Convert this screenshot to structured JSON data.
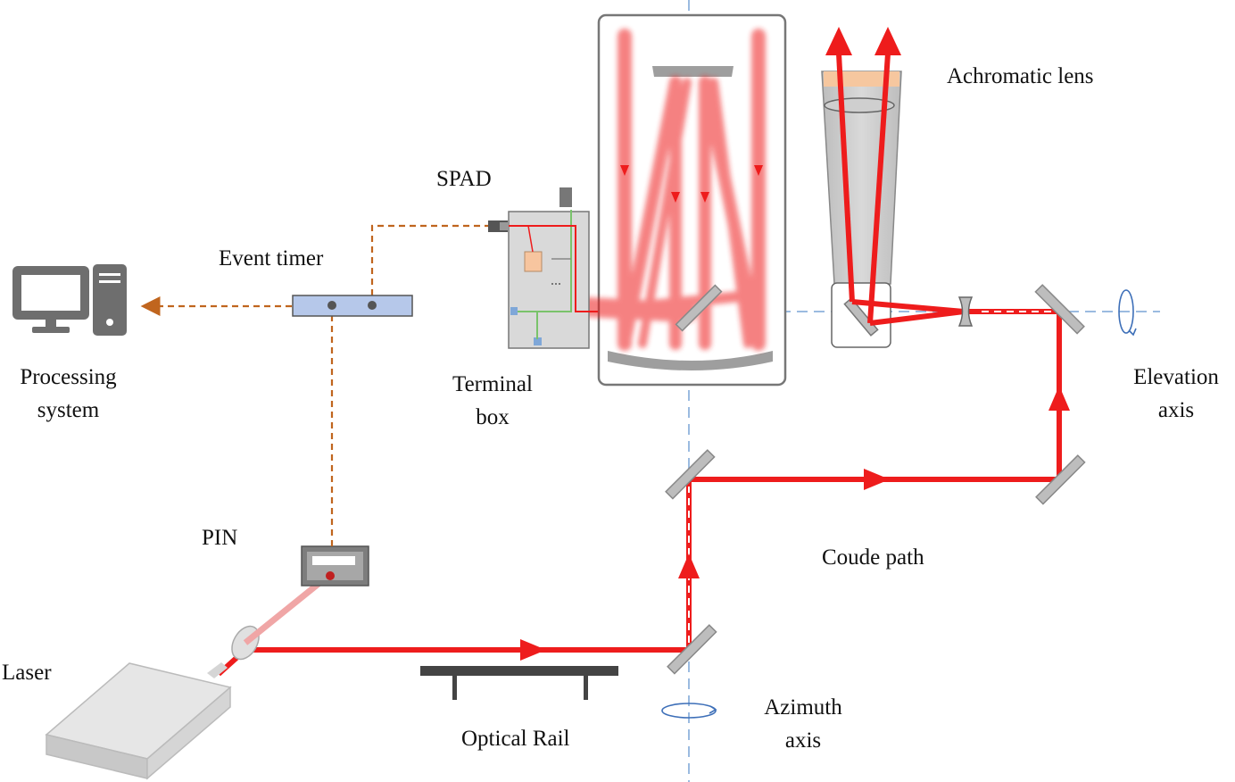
{
  "labels": {
    "spad": "SPAD",
    "event_timer": "Event timer",
    "processing_line1": "Processing",
    "processing_line2": "system",
    "terminal_line1": "Terminal",
    "terminal_line2": "box",
    "pin": "PIN",
    "laser": "Laser",
    "optical_rail": "Optical Rail",
    "azimuth_line1": "Azimuth",
    "azimuth_line2": "axis",
    "coude_path": "Coude path",
    "elevation_line1": "Elevation",
    "elevation_line2": "axis",
    "achromatic_lens": "Achromatic lens"
  },
  "colors": {
    "beam": "#ee1c1c",
    "signal_wire": "#c0651e",
    "axis_line": "#9bbbe0",
    "mirror_fill": "#bdbdbd",
    "event_timer_fill": "#b6c8ea"
  }
}
